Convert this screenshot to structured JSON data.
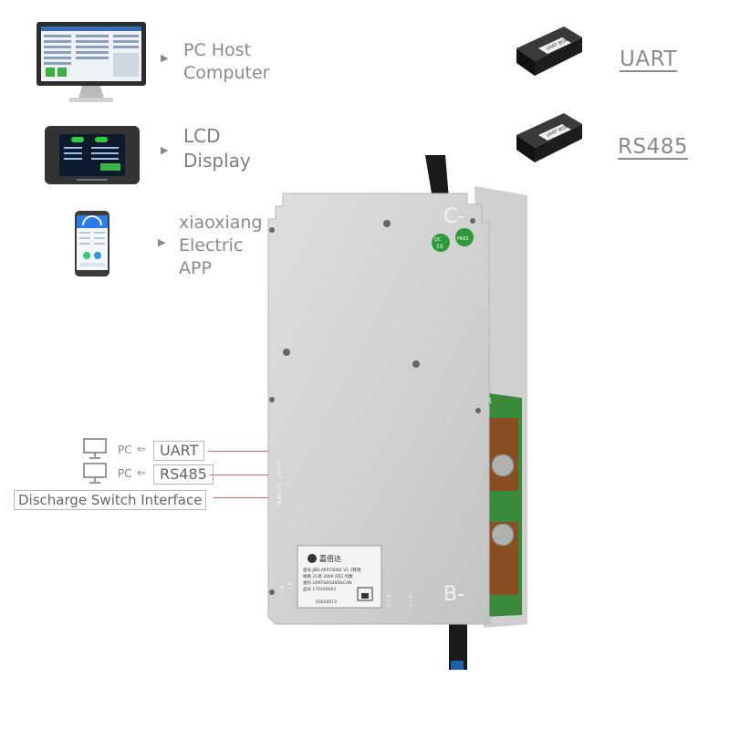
{
  "hosts": [
    {
      "icon": "monitor-icon",
      "label_lines": [
        "PC Host",
        "Computer"
      ]
    },
    {
      "icon": "lcd-display-icon",
      "label_lines": [
        "LCD",
        "Display"
      ]
    },
    {
      "icon": "phone-app-icon",
      "label_lines": [
        "xiaoxiang",
        "Electric",
        "APP"
      ]
    }
  ],
  "adapters": [
    {
      "icon": "uart-box-icon",
      "label": "UART",
      "box_text": "UART BOX"
    },
    {
      "icon": "rs485-box-icon",
      "label": "RS485",
      "box_text": "UART BOX"
    }
  ],
  "ports": [
    {
      "pc": "PC",
      "arrow": "⇐",
      "label": "UART"
    },
    {
      "pc": "PC",
      "arrow": "⇐",
      "label": "RS485"
    }
  ],
  "switch_interface": "Discharge Switch Interface",
  "board": {
    "c_minus": "C-",
    "b_minus": "B-",
    "qc1": "QC",
    "qc2": "10",
    "qc3": "PASS",
    "side_label": "R",
    "nameplate": {
      "brand": "嘉佰达",
      "lines": [
        "型号 JBD-AP21S002 V1.1铁锂",
        "规格 21串 200A 同口 均衡",
        "通讯 UART&RS485&CAN",
        "品号 170100002"
      ],
      "serial": "03020073"
    },
    "port_marks": [
      "U A R T",
      "R S 4 8 5",
      "开 关"
    ],
    "bottom_marks": [
      "B  1",
      "B 2  +",
      "B C D",
      "N T C"
    ]
  },
  "colors": {
    "label": "#8a8a8a",
    "leader": "#dd6666",
    "plate": "#d4d4d4",
    "qc_green": "#2f9a3a"
  }
}
